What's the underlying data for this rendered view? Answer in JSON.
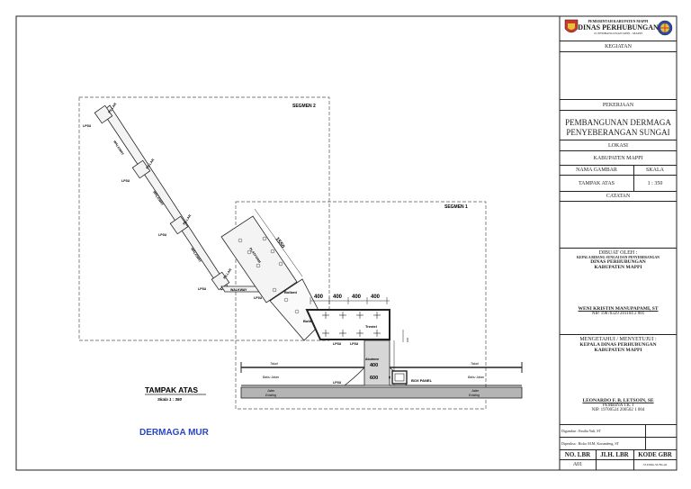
{
  "drawing": {
    "segments": {
      "segmen_1": "SEGMEN 1",
      "segmen_2": "SEGMEN 2"
    },
    "labels": {
      "pillar": "PILLAR",
      "lp3u": "LP3U",
      "walkway": "WALKWAY",
      "platform": "PLATFORM",
      "bollard": "Bollard",
      "trestel": "Trestel",
      "abutmen": "Abutmen",
      "box_panel": "BOX PANEL",
      "talud": "Talud",
      "bahu_jalan": "Bahu Jalan",
      "jalan_existing_1": "Jalan",
      "jalan_existing_2": "Existing"
    },
    "dimensions": {
      "d1550": "1550",
      "d400": "400",
      "d600": "600",
      "d45": "45",
      "d100": "100"
    },
    "view_title": "TAMPAK ATAS",
    "scale_text": "Skala  1 : 350",
    "project_name": "DERMAGA MUR"
  },
  "title_block": {
    "agency_line1": "PEMERINTAH KABUPATEN MAPPI",
    "agency_line2": "DINAS PERHUBUNGAN",
    "agency_line3": "JL PEMBANGUNAN KEPI - MAPPI",
    "kegiatan_label": "KEGIATAN",
    "pekerjaan_label": "PEKERJAAN",
    "pekerjaan_line1": "PEMBANGUNAN DERMAGA",
    "pekerjaan_line2": "PENYEBERANGAN SUNGAI",
    "lokasi_label": "LOKASI",
    "lokasi_value": "KABUPATEN MAPPI",
    "nama_gambar_label": "NAMA GAMBAR",
    "skala_label": "SKALA",
    "nama_gambar_value": "TAMPAK ATAS",
    "skala_value": "1 : 350",
    "catatan_label": "CATATAN",
    "dibuat_oleh_label": "DIBUAT OLEH :",
    "dibuat_line1": "KEPALA BIDANG SUNGAI DAN PENYEBERANGAN",
    "dibuat_line2": "DINAS PERHUBUNGAN",
    "dibuat_line3": "KABUPATEN MAPPI",
    "signer1_name": "WENI KRISTIN MANUPAPAMI, ST",
    "signer1_nip": "NIP. 19870329 201104 2 001",
    "mengetahui_label": "MENGETAHUI / MENYETUJUI :",
    "kepala_line1": "KEPALA DINAS PERHUBUNGAN",
    "kepala_line2": "KABUPATEN MAPPI",
    "signer2_name": "LEONARDO F. B. LETSOIN, SE",
    "signer2_rank": "PEMBINA TK. I",
    "signer2_nip": "NIP. 19700524 200502 1 004",
    "digambar": "Digambar : Emilia Yuli, ST",
    "diperiksa": "Diperiksa : Ricko M.M. Korundeng, ST",
    "no_lbr_label": "NO. LBR",
    "jlh_lbr_label": "JLH. LBR",
    "kode_gbr_label": "KODE GBR",
    "no_lbr_value": "A01",
    "kode_gbr_value": "53.DMG.SUNGAI"
  }
}
